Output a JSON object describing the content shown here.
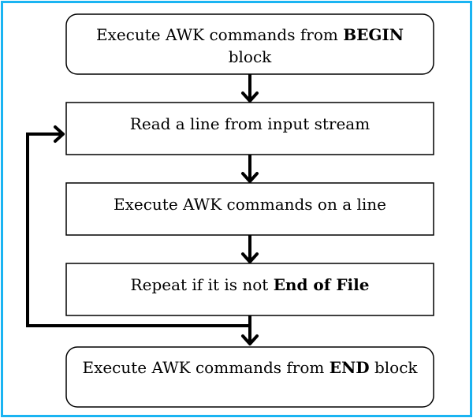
{
  "diagram": {
    "nodes": {
      "begin": {
        "line1_plain": "Execute AWK commands from ",
        "line1_bold": "BEGIN",
        "line2_plain": "block"
      },
      "read": {
        "label": "Read a line from input stream"
      },
      "execute": {
        "label": "Execute AWK commands on a line"
      },
      "repeat": {
        "plain": "Repeat if it is not ",
        "bold": "End of File"
      },
      "end": {
        "plain_before": "Execute AWK commands from ",
        "bold": "END",
        "plain_after": " block"
      }
    }
  },
  "colors": {
    "frame_border": "#1ab4f2",
    "stroke": "#000000",
    "background": "#ffffff"
  }
}
